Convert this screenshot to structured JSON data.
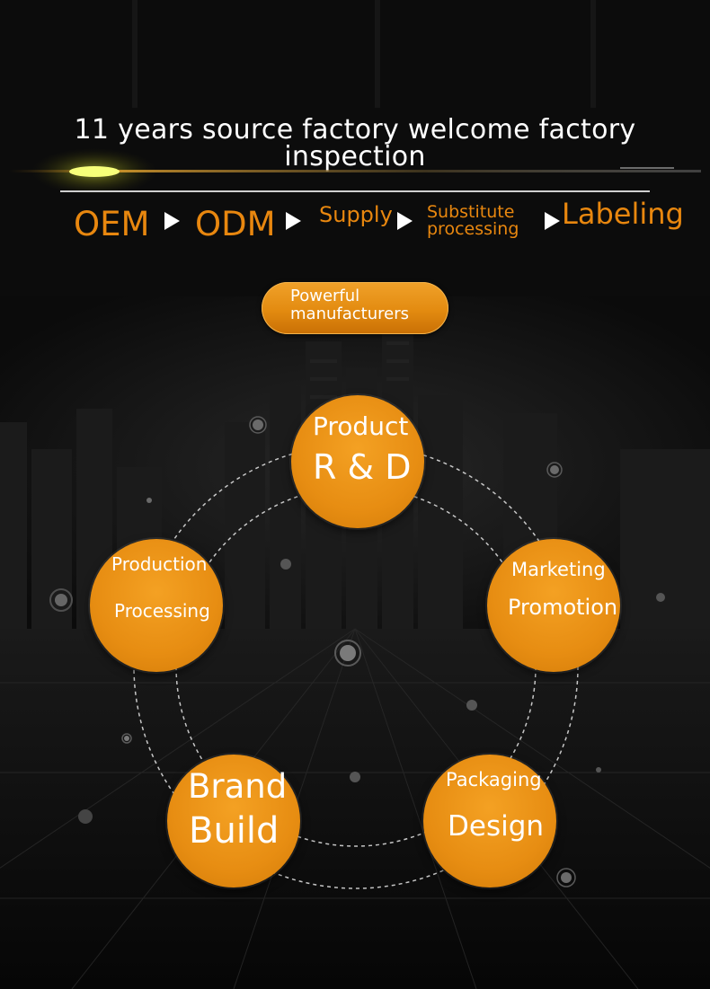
{
  "title": "11 years source factory welcome factory inspection",
  "steps": [
    "OEM",
    "ODM",
    "Supply",
    "Substitute processing",
    "Labeling"
  ],
  "badge": "Powerful manufacturers",
  "nodes": {
    "rd": {
      "line1": "Product",
      "line2": "R & D"
    },
    "marketing": {
      "line1": "Marketing",
      "line2": "Promotion"
    },
    "packaging": {
      "line1": "Packaging",
      "line2": "Design"
    },
    "brand": {
      "line1": "Brand",
      "line2": "Build"
    },
    "production": {
      "line1": "Production",
      "line2": "Processing"
    }
  },
  "colors": {
    "accent": "#e8870f",
    "background": "#0d0d0d",
    "text": "#ffffff"
  }
}
